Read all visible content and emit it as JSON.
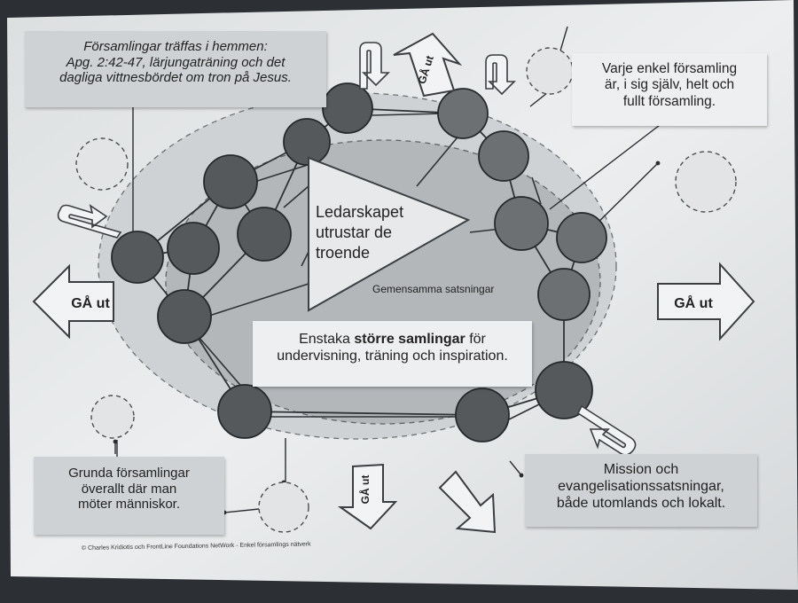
{
  "boxes": {
    "top_left": [
      "Församlingar träffas i hemmen:",
      "Apg. 2:42-47, lärjungaträning och det",
      "dagliga vittnesbördet om tron på Jesus."
    ],
    "top_right": [
      "Varje enkel församling",
      "är, i sig själv, helt och",
      "fullt församling."
    ],
    "center_prefix": "Enstaka ",
    "center_bold": "större samlingar",
    "center_suffix": " för",
    "center_line2": "undervisning, träning och inspiration.",
    "bottom_left": [
      "Grunda församlingar",
      "överallt där man",
      "möter människor."
    ],
    "bottom_right": [
      "Mission och",
      "evangelisationssatsningar,",
      "både utomlands och lokalt."
    ]
  },
  "triangle_label": [
    "Ledarskapet",
    "utrustar de",
    "troende"
  ],
  "inner_label": "Gemensamma satsningar",
  "arrow_label": "GÅ ut",
  "copyright": "© Charles Kridiotis och FrontLine Foundations NetWork - Enkel församlings nätverk",
  "colors": {
    "paper": "#e6e8e9",
    "outer_ellipse": "#cfd2d4",
    "inner_ellipse": "#b2b6b9",
    "node": "#55595c",
    "node_light": "#6c7073",
    "triangle": "#e8e9ea"
  }
}
